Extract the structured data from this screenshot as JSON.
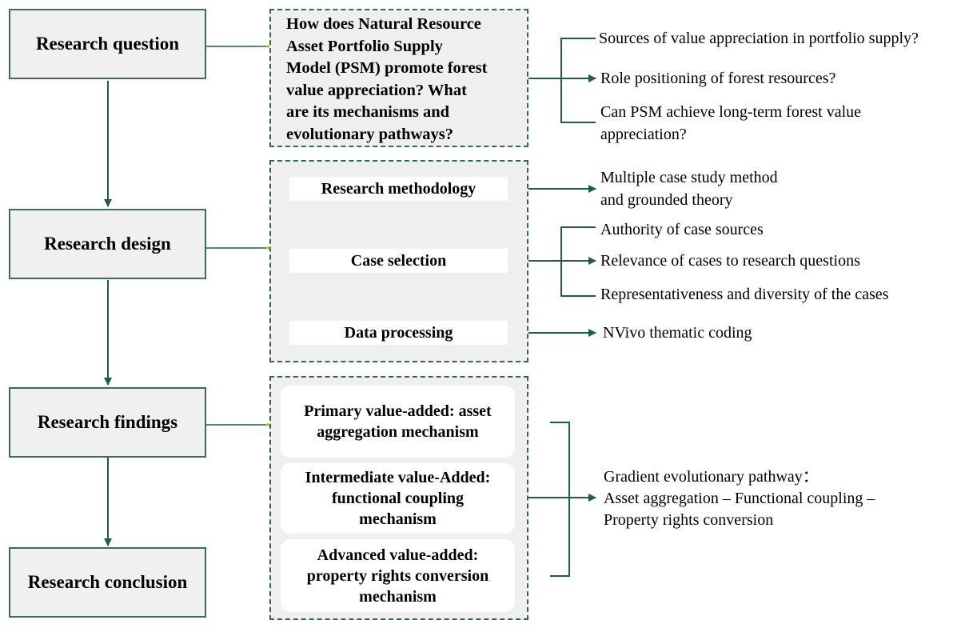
{
  "colors": {
    "accent": "#1f5e40",
    "box_fill": "#f0f0f0",
    "dashed_fill": "#efefef"
  },
  "stages": {
    "question": "Research question",
    "design": "Research design",
    "findings": "Research findings",
    "conclusion": "Research conclusion"
  },
  "question": {
    "lines": [
      "How does Natural Resource",
      "Asset Portfolio Supply",
      "Model (PSM) promote forest",
      "value appreciation? What",
      "are its mechanisms and",
      "evolutionary pathways?"
    ],
    "outputs": [
      "Sources of value appreciation in portfolio supply?",
      "Role positioning of forest resources?",
      "Can PSM achieve long-term forest value",
      "appreciation?"
    ]
  },
  "design": {
    "methodology": "Research methodology",
    "case_selection": "Case selection",
    "data_processing": "Data processing",
    "methodology_out": [
      "Multiple case study method",
      "and grounded theory"
    ],
    "case_out": [
      "Authority of case sources",
      "Relevance of cases to research questions",
      "Representativeness and diversity of the cases"
    ],
    "data_out": "NVivo thematic coding"
  },
  "findings": {
    "primary": [
      "Primary value-added: asset",
      "aggregation mechanism"
    ],
    "intermediate": [
      "Intermediate value-Added:",
      "functional coupling",
      "mechanism"
    ],
    "advanced": [
      "Advanced value-added:",
      "property rights conversion",
      "mechanism"
    ],
    "pathway": [
      "Gradient evolutionary pathway：",
      "Asset aggregation – Functional coupling –",
      "Property rights conversion"
    ]
  }
}
